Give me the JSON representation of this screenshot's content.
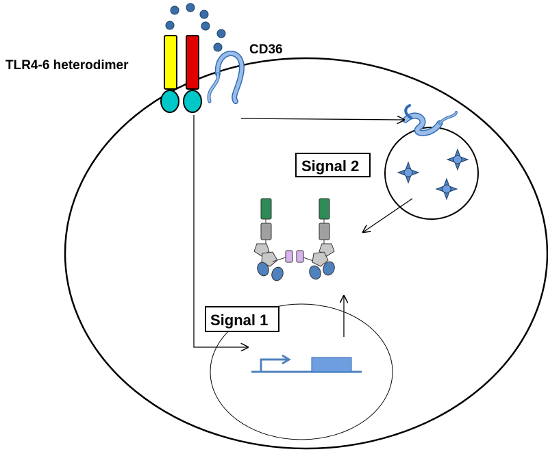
{
  "labels": {
    "tlr": "TLR4-6 heterodimer",
    "cd36": "CD36",
    "signal2": "Signal 2",
    "signal1": "Signal 1"
  },
  "colors": {
    "tlr4": "#ffff00",
    "tlr6": "#e00000",
    "tir_domain": "#00c8c8",
    "ligand": "#3a6ea8",
    "cd36": "#8fb4e3",
    "nlr_top": "#2e8b57",
    "nlr_mid": "#a0a0a0",
    "pentagon": "#c8c8c8",
    "asc": "#d9b3f0",
    "caspase": "#4f81bd",
    "gene_line": "#4f81bd",
    "gene_box": "#6f9ee0"
  },
  "icons": [
    "ligand-dot",
    "cd36-receptor",
    "star-crystal-icon",
    "transcription-arrow-icon"
  ]
}
